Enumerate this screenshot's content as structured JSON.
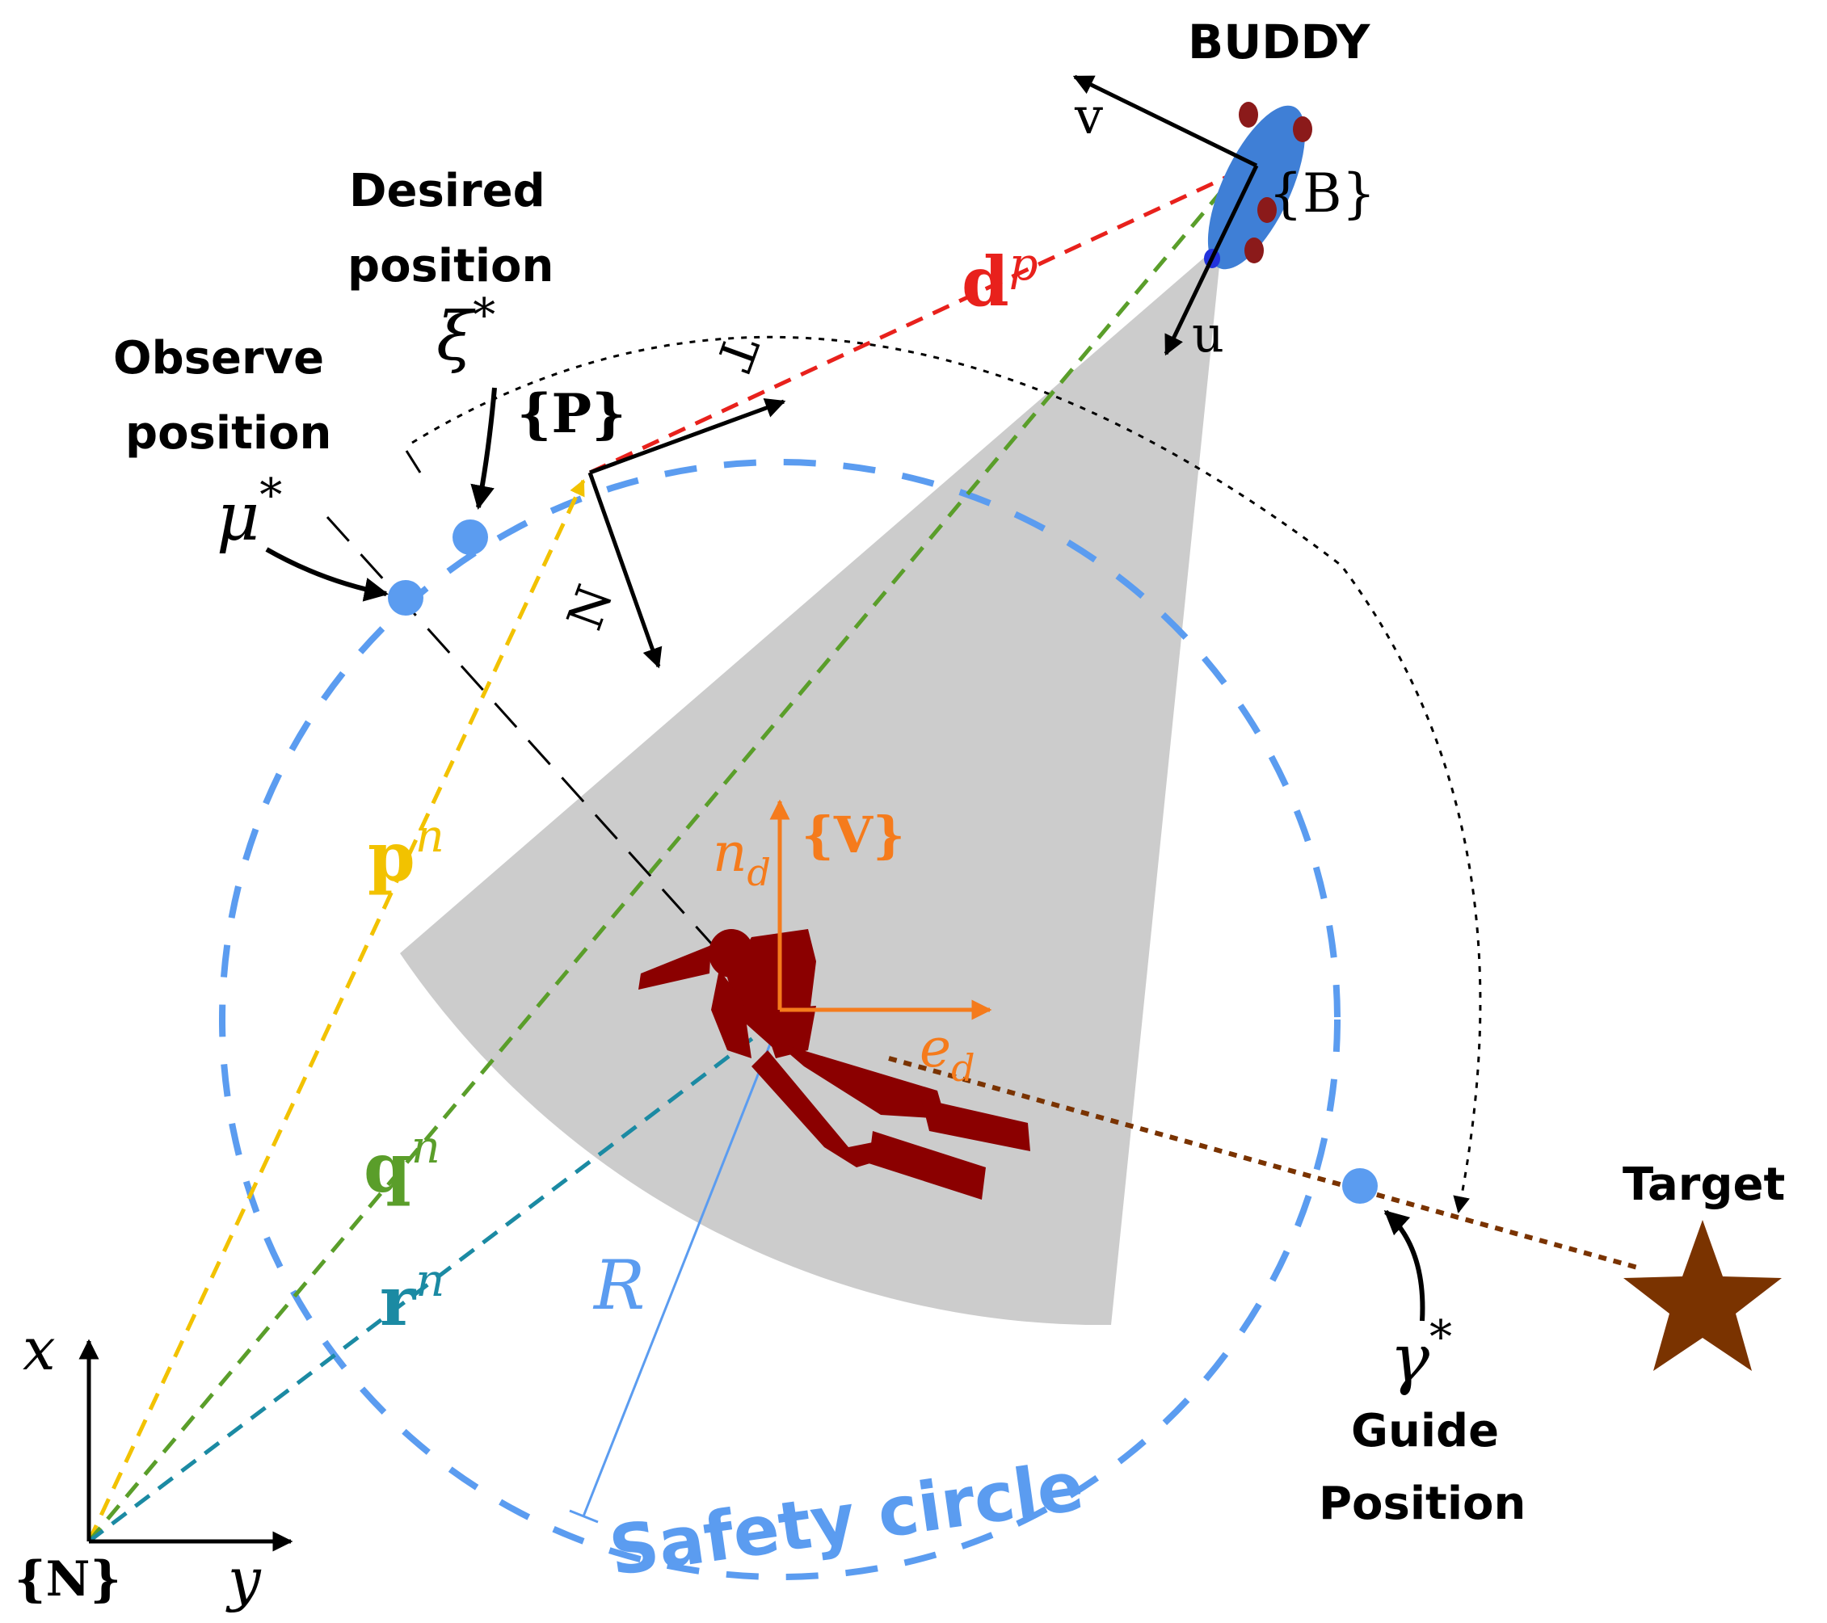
{
  "labels": {
    "buddy": "BUDDY",
    "desired_line1": "Desired",
    "desired_line2": "position",
    "observe_line1": "Observe",
    "observe_line2": "position",
    "target": "Target",
    "guide_line1": "Guide",
    "guide_line2": "Position",
    "safety_circle": "Safety circle"
  },
  "symbols": {
    "frame_B": "{B}",
    "frame_P": "{P}",
    "frame_V": "{V}",
    "frame_N": "{N}",
    "v": "v",
    "u": "u",
    "T": "T",
    "N": "N",
    "d_base": "d",
    "d_sup": "p",
    "xi_base": "ξ",
    "xi_sup": "*",
    "mu_base": "μ",
    "mu_sup": "*",
    "gamma_base": "γ",
    "gamma_sup": "*",
    "p_base": "p",
    "p_sup": "n",
    "q_base": "q",
    "q_sup": "n",
    "r_base": "r",
    "r_sup": "n",
    "R": "R",
    "n_base": "n",
    "n_sub": "d",
    "e_base": "e",
    "e_sub": "d",
    "axis_x": "x",
    "axis_y": "y"
  },
  "colors": {
    "safety_circle": "#5b9cf0",
    "vector_p": "#f2c200",
    "vector_q": "#5a9e2a",
    "vector_r": "#1b8aa3",
    "vector_d": "#e8211c",
    "frame_v": "#f57b1c",
    "diver": "#8b0000",
    "target": "#7a3300",
    "sonar_cone": "#cccccc",
    "buddy_body": "#3f7fd6",
    "buddy_thrusters": "#8b1a1a"
  }
}
